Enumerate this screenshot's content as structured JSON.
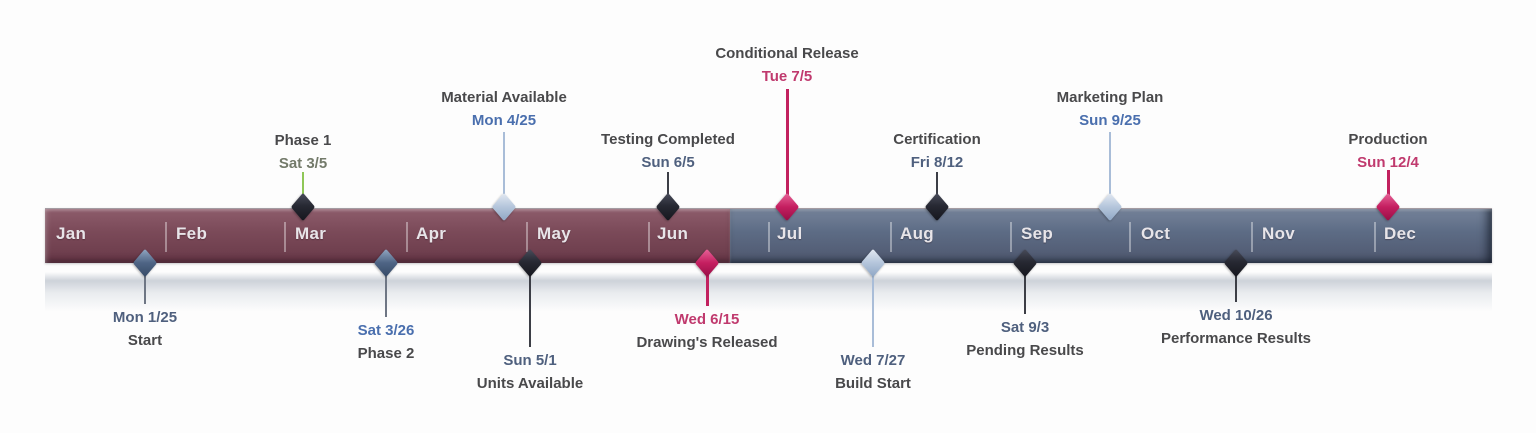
{
  "chart_data": {
    "type": "timeline",
    "title": "",
    "axis_unit": "months",
    "months": [
      "Jan",
      "Feb",
      "Mar",
      "Apr",
      "May",
      "Jun",
      "Jul",
      "Aug",
      "Sep",
      "Oct",
      "Nov",
      "Dec"
    ],
    "bar": {
      "first_half_color": "#7b4a59",
      "second_half_color": "#5d6c85",
      "color_split_location": "late June, between Jun and Jul labels"
    },
    "milestones": [
      {
        "label": "Start",
        "date": "Mon 1/25",
        "side": "below",
        "marker": "slate-blue-diamond"
      },
      {
        "label": "Phase 1",
        "date": "Sat 3/5",
        "side": "above",
        "marker": "dark-diamond",
        "stem": "green"
      },
      {
        "label": "Phase 2",
        "date": "Sat 3/26",
        "side": "below",
        "marker": "slate-blue-diamond"
      },
      {
        "label": "Material Available",
        "date": "Mon 4/25",
        "side": "above",
        "marker": "light-blue-diamond"
      },
      {
        "label": "Units Available",
        "date": "Sun 5/1",
        "side": "below",
        "marker": "dark-diamond"
      },
      {
        "label": "Testing Completed",
        "date": "Sun 6/5",
        "side": "above",
        "marker": "dark-diamond"
      },
      {
        "label": "Drawing's Released",
        "date": "Wed 6/15",
        "side": "below",
        "marker": "pink-diamond"
      },
      {
        "label": "Conditional Release",
        "date": "Tue 7/5",
        "side": "above",
        "marker": "pink-diamond"
      },
      {
        "label": "Build Start",
        "date": "Wed 7/27",
        "side": "below",
        "marker": "light-blue-diamond"
      },
      {
        "label": "Certification",
        "date": "Fri 8/12",
        "side": "above",
        "marker": "dark-diamond"
      },
      {
        "label": "Pending Results",
        "date": "Sat 9/3",
        "side": "below",
        "marker": "dark-diamond"
      },
      {
        "label": "Marketing Plan",
        "date": "Sun 9/25",
        "side": "above",
        "marker": "light-blue-diamond"
      },
      {
        "label": "Performance Results",
        "date": "Wed 10/26",
        "side": "below",
        "marker": "dark-diamond"
      },
      {
        "label": "Production",
        "date": "Sun 12/4",
        "side": "above",
        "marker": "pink-diamond"
      }
    ],
    "colors": {
      "bar_first_half": "#7b4a59",
      "bar_second_half": "#5d6c85",
      "diamond_dark": "#26282f",
      "diamond_slate_blue": "#4e6484",
      "diamond_light_blue": "#b4c5db",
      "diamond_pink": "#c41f60",
      "stem_green": "#8fc757",
      "date_text_blue": "#4a6fae",
      "date_text_slate": "#4f607e",
      "date_text_pink": "#c03a6e",
      "date_text_olive": "#737a6a",
      "milestone_title_text": "#49494b",
      "month_label_text": "#e8e5e9"
    }
  }
}
